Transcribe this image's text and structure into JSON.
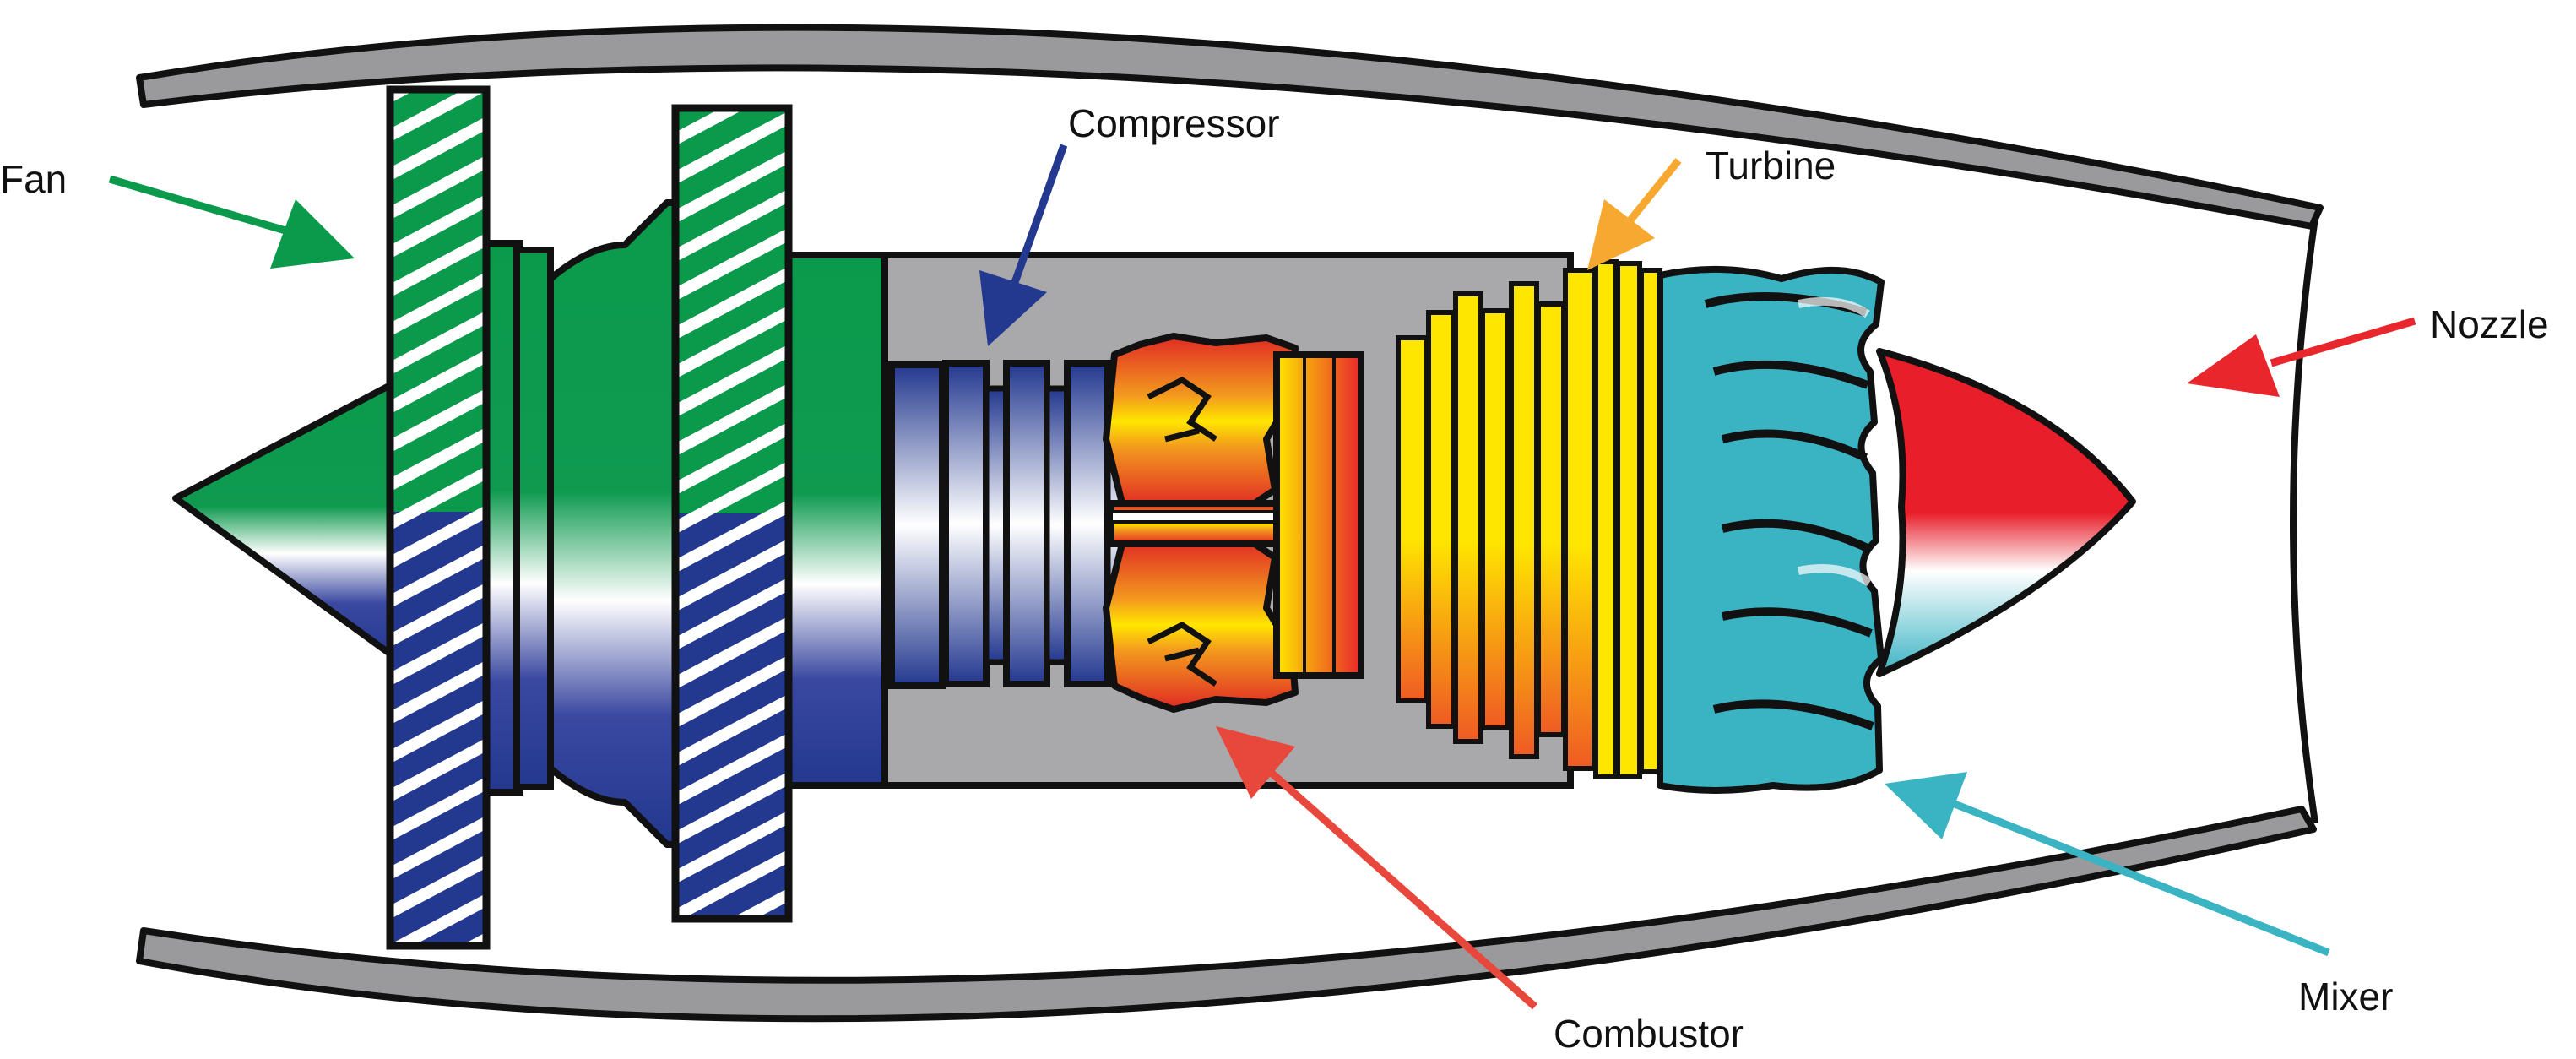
{
  "labels": {
    "fan": "Fan",
    "compressor": "Compressor",
    "turbine": "Turbine",
    "nozzle": "Nozzle",
    "combustor": "Combustor",
    "mixer": "Mixer"
  },
  "colors": {
    "fan": "#0b9a4c",
    "compressor": "#23388f",
    "turbine": "#f7a830",
    "nozzle": "#e8262c",
    "combustor": "#e8473c",
    "mixer": "#3ab3c3",
    "casing": "#9a9a9c",
    "core": "#a9a9ab",
    "yellow": "#ffe600",
    "spike_red": "#e81e2a"
  }
}
